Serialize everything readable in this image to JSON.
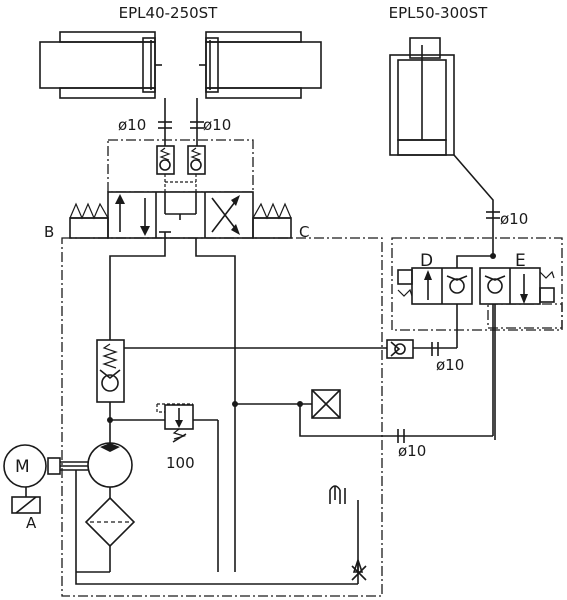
{
  "labels": {
    "cyl_left_model": "EPL40-250ST",
    "cyl_right_model": "EPL50-300ST",
    "pipe_left_a": "ø10",
    "pipe_left_b": "ø10",
    "pipe_right_top": "ø10",
    "pipe_pilot": "ø10",
    "pipe_return": "ø10",
    "relief_setting": "100",
    "port_b": "B",
    "port_c": "C",
    "valve_d": "D",
    "valve_e": "E",
    "motor": "M",
    "solenoid_a": "A"
  }
}
